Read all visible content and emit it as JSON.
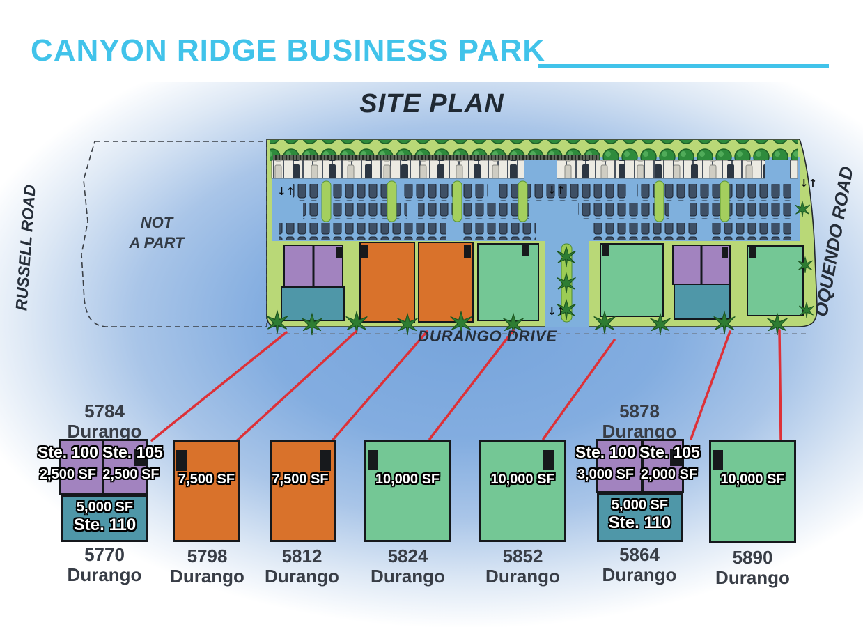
{
  "title": "CANYON RIDGE BUSINESS PARK",
  "subtitle": "SITE PLAN",
  "site_plan": {
    "roads": {
      "left": "RUSSELL ROAD",
      "right": "OQUENDO ROAD",
      "bottom": "DURANGO DRIVE"
    },
    "not_a_part": {
      "line1": "NOT",
      "line2": "A PART"
    }
  },
  "colors": {
    "accent": "#41c3ea",
    "purple": "#a283bf",
    "teal": "#4f97a8",
    "orange": "#d9722b",
    "green": "#74c795",
    "redline": "#dd3138",
    "parking": "#7fb0dd",
    "landscape": "#b9d877"
  },
  "buildings": [
    {
      "top_number": "5784",
      "top_street": "Durango",
      "bottom_number": "5770",
      "bottom_street": "Durango",
      "suites": [
        {
          "label": "Ste. 100",
          "sf": "2,500 SF"
        },
        {
          "label": "Ste. 105",
          "sf": "2,500 SF"
        },
        {
          "label": "Ste. 110",
          "sf": "5,000 SF"
        }
      ]
    },
    {
      "number": "5798",
      "street": "Durango",
      "sf": "7,500 SF"
    },
    {
      "number": "5812",
      "street": "Durango",
      "sf": "7,500 SF"
    },
    {
      "number": "5824",
      "street": "Durango",
      "sf": "10,000 SF"
    },
    {
      "number": "5852",
      "street": "Durango",
      "sf": "10,000 SF"
    },
    {
      "top_number": "5878",
      "top_street": "Durango",
      "bottom_number": "5864",
      "bottom_street": "Durango",
      "suites": [
        {
          "label": "Ste. 100",
          "sf": "3,000 SF"
        },
        {
          "label": "Ste. 105",
          "sf": "2,000 SF"
        },
        {
          "label": "Ste. 110",
          "sf": "5,000 SF"
        }
      ]
    },
    {
      "number": "5890",
      "street": "Durango",
      "sf": "10,000 SF"
    }
  ]
}
